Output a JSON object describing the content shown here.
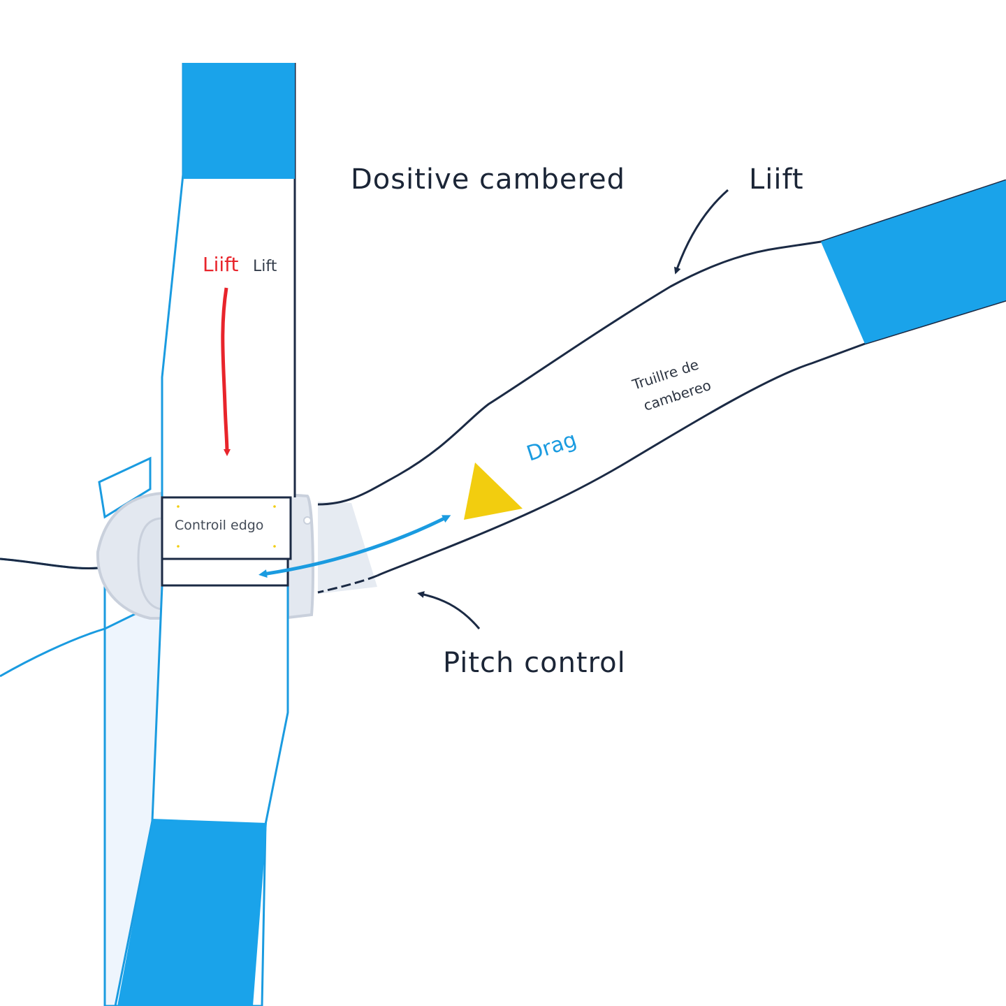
{
  "colors": {
    "blade_blue": "#1aa3ea",
    "outline_dark": "#1b2a44",
    "outline_blue": "#1a9be0",
    "hub_grey": "#c9d0dc",
    "hub_fill": "#e3e8f0",
    "lift_red": "#e8242b",
    "drag_blue": "#1a9be0",
    "triangle_yellow": "#f2cd0f"
  },
  "labels": {
    "title": "Dositive cambered",
    "lift_top_right": "Liift",
    "lift_red": "Liift",
    "lift_small": "Lift",
    "control_edge": "Controil edgo",
    "drag": "Drag",
    "trailing_line1": "Truillre de",
    "trailing_line2": "cambereo",
    "pitch_control": "Pitch control"
  },
  "icons": {
    "lift_arrow": "arrow-down-icon",
    "pitch_arrow": "double-arrow-icon",
    "drag_marker": "triangle-icon"
  }
}
